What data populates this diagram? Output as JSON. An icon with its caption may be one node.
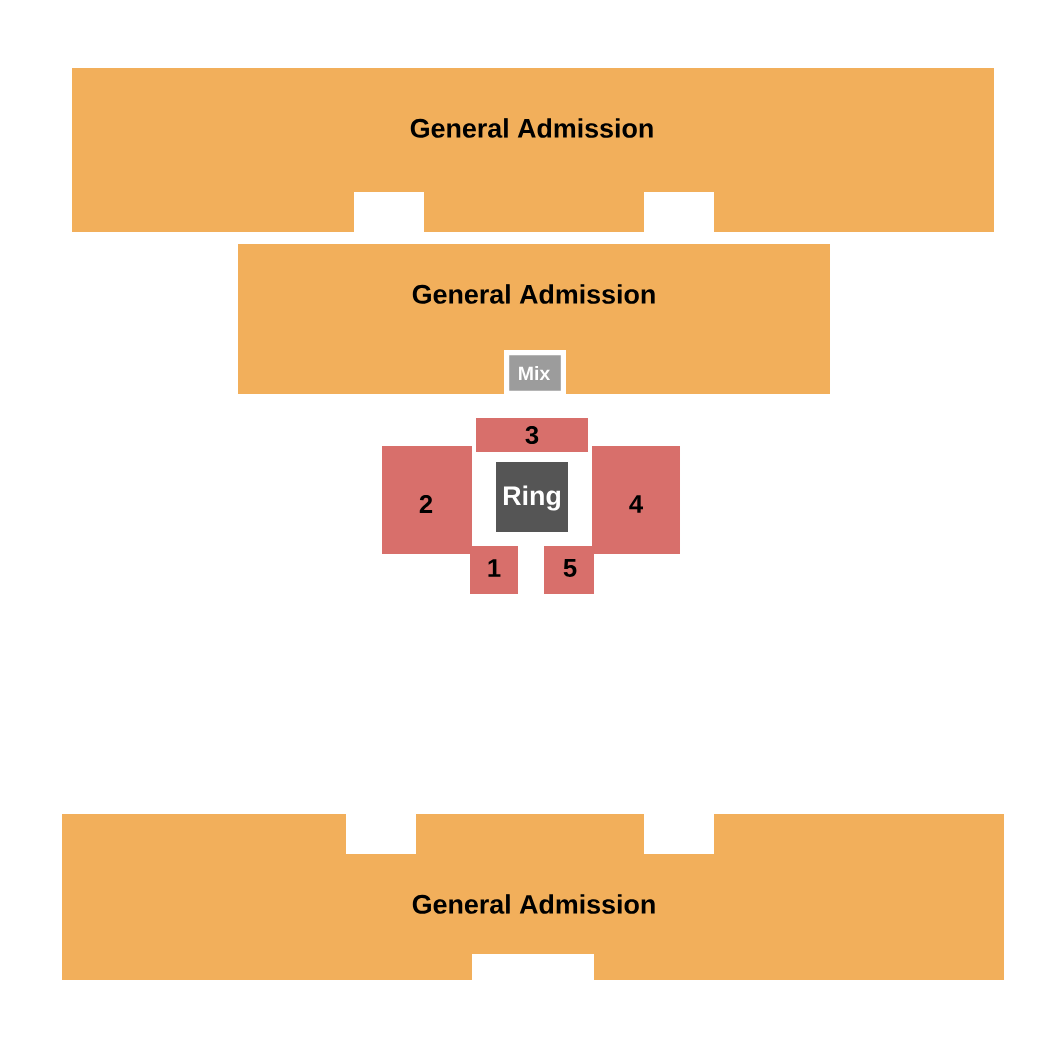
{
  "diagram": {
    "nodes": [
      {
        "text": [
          "General Admission"
        ]
      },
      {
        "text": [
          "General Admission"
        ]
      },
      {
        "text": [
          "Mix"
        ],
        "in": 1
      },
      {
        "text": [
          "3"
        ]
      },
      {
        "text": [
          "2"
        ]
      },
      {
        "text": [
          "Ring"
        ]
      },
      {
        "text": [
          "4"
        ]
      },
      {
        "text": [
          "1"
        ]
      },
      {
        "text": [
          "5"
        ]
      },
      {
        "text": [
          "General Admission"
        ]
      }
    ]
  }
}
